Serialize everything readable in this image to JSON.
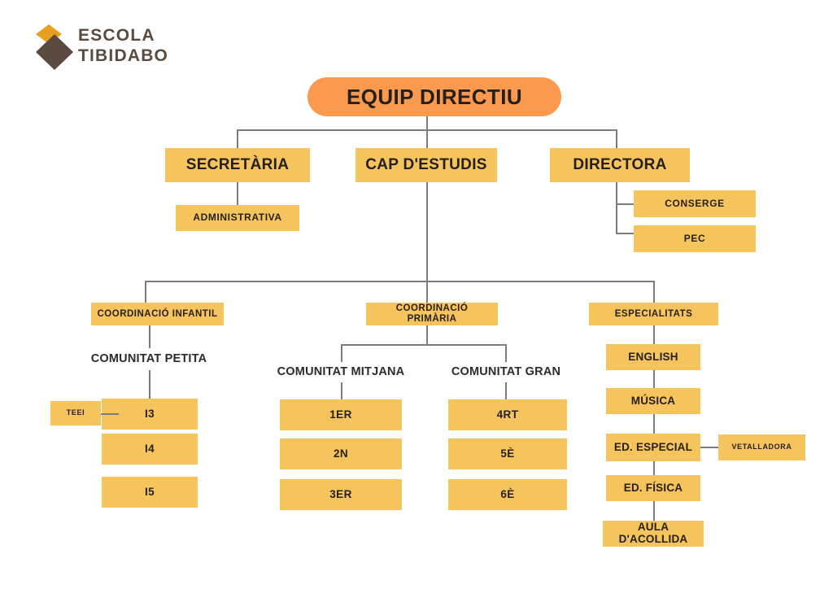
{
  "logo": {
    "line1": "ESCOLA",
    "line2": "TIBIDABO",
    "mark_top_color": "#E8A020",
    "mark_bottom_color": "#5A4A3F",
    "text_color": "#5A4A3F"
  },
  "colors": {
    "root_fill": "#FB9A4F",
    "box_fill": "#F6C45C",
    "text": "#26201C",
    "line": "#7C7C7C",
    "background": "#FFFFFF",
    "plain_label_text": "#2B2B2B"
  },
  "chart_data": {
    "type": "diagram",
    "title": "Organigrama Escola Tibidabo",
    "root": "EQUIP DIRECTIU",
    "hierarchy": [
      {
        "label": "EQUIP DIRECTIU",
        "shape": "pill",
        "children": [
          "SECRETÀRIA",
          "CAP D'ESTUDIS",
          "DIRECTORA"
        ]
      },
      {
        "label": "SECRETÀRIA",
        "children": [
          "ADMINISTRATIVA"
        ]
      },
      {
        "label": "ADMINISTRATIVA",
        "children": []
      },
      {
        "label": "CAP D'ESTUDIS",
        "children": [
          "COORDINACIÓ INFANTIL",
          "COORDINACIÓ PRIMÀRIA",
          "ESPECIALITATS"
        ]
      },
      {
        "label": "DIRECTORA",
        "children": [
          "CONSERGE",
          "PEC"
        ]
      },
      {
        "label": "CONSERGE",
        "children": []
      },
      {
        "label": "PEC",
        "children": []
      },
      {
        "label": "COORDINACIÓ INFANTIL",
        "children": [
          "COMUNITAT PETITA"
        ]
      },
      {
        "label": "COMUNITAT PETITA",
        "shape": "text",
        "children": [
          "I3",
          "I4",
          "I5"
        ]
      },
      {
        "label": "I3",
        "children": [
          "TEEI"
        ]
      },
      {
        "label": "I4",
        "children": []
      },
      {
        "label": "I5",
        "children": []
      },
      {
        "label": "TEEI",
        "children": []
      },
      {
        "label": "COORDINACIÓ PRIMÀRIA",
        "children": [
          "COMUNITAT MITJANA",
          "COMUNITAT GRAN"
        ]
      },
      {
        "label": "COMUNITAT MITJANA",
        "shape": "text",
        "children": [
          "1ER",
          "2N",
          "3ER"
        ]
      },
      {
        "label": "COMUNITAT GRAN",
        "shape": "text",
        "children": [
          "4RT",
          "5È",
          "6È"
        ]
      },
      {
        "label": "1ER",
        "children": []
      },
      {
        "label": "2N",
        "children": []
      },
      {
        "label": "3ER",
        "children": []
      },
      {
        "label": "4RT",
        "children": []
      },
      {
        "label": "5È",
        "children": []
      },
      {
        "label": "6È",
        "children": []
      },
      {
        "label": "ESPECIALITATS",
        "children": [
          "ENGLISH"
        ]
      },
      {
        "label": "ENGLISH",
        "children": [
          "MÚSICA"
        ]
      },
      {
        "label": "MÚSICA",
        "children": [
          "ED. ESPECIAL"
        ]
      },
      {
        "label": "ED. ESPECIAL",
        "children": [
          "ED. FÍSICA",
          "VETALLADORA"
        ]
      },
      {
        "label": "VETALLADORA",
        "children": []
      },
      {
        "label": "ED. FÍSICA",
        "children": [
          "AULA D'ACOLLIDA"
        ]
      },
      {
        "label": "AULA D'ACOLLIDA",
        "children": []
      }
    ]
  },
  "nodes": {
    "root": "EQUIP DIRECTIU",
    "secretaria": "SECRETÀRIA",
    "cap_estudis": "CAP D'ESTUDIS",
    "directora": "DIRECTORA",
    "administrativa": "ADMINISTRATIVA",
    "conserge": "CONSERGE",
    "pec": "PEC",
    "coord_infantil": "COORDINACIÓ INFANTIL",
    "coord_primaria": "COORDINACIÓ PRIMÀRIA",
    "especialitats": "ESPECIALITATS",
    "comunitat_petita": "COMUNITAT PETITA",
    "comunitat_mitjana": "COMUNITAT MITJANA",
    "comunitat_gran": "COMUNITAT GRAN",
    "teei": "TEEI",
    "i3": "I3",
    "i4": "I4",
    "i5": "I5",
    "p1": "1ER",
    "p2": "2N",
    "p3": "3ER",
    "p4": "4RT",
    "p5": "5È",
    "p6": "6È",
    "english": "ENGLISH",
    "musica": "MÚSICA",
    "ed_especial": "ED. ESPECIAL",
    "ed_fisica": "ED. FÍSICA",
    "aula_acollida": "AULA D'ACOLLIDA",
    "vetalladora": "VETALLADORA"
  }
}
